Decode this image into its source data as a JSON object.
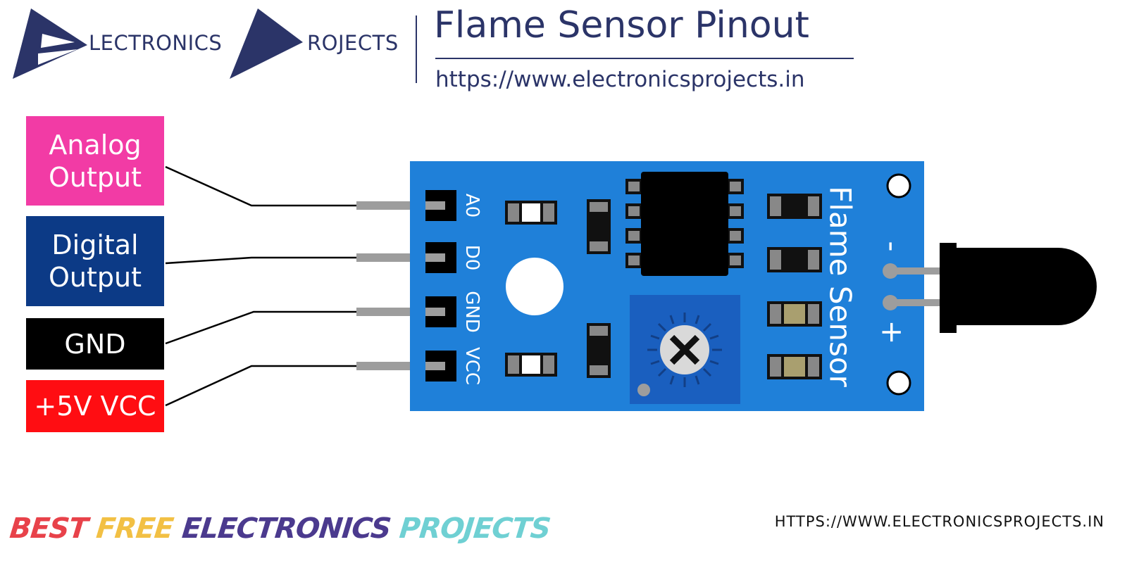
{
  "header": {
    "logo_word_1": "LECTRONICS",
    "logo_word_2": "ROJECTS",
    "title": "Flame Sensor Pinout",
    "url": "https://www.electronicsprojects.in"
  },
  "pins": [
    {
      "label_line1": "Analog",
      "label_line2": "Output",
      "color": "#f23ba5",
      "pin": "A0"
    },
    {
      "label_line1": "Digital",
      "label_line2": "Output",
      "color": "#0c3a86",
      "pin": "D0"
    },
    {
      "label_line1": "GND",
      "label_line2": "",
      "color": "#000000",
      "pin": "GND"
    },
    {
      "label_line1": "+5V VCC",
      "label_line2": "",
      "color": "#ff0d12",
      "pin": "VCC"
    }
  ],
  "board": {
    "label": "Flame Sensor",
    "minus": "-",
    "plus": "+",
    "color": "#1f80d9"
  },
  "footer": {
    "tagline_words": [
      "BEST",
      "FREE",
      "ELECTRONICS",
      "PROJECTS"
    ],
    "tagline_colors": [
      "#e8424a",
      "#f2c044",
      "#4b3a8e",
      "#6fd0d3"
    ],
    "url": "HTTPS://WWW.ELECTRONICSPROJECTS.IN"
  }
}
